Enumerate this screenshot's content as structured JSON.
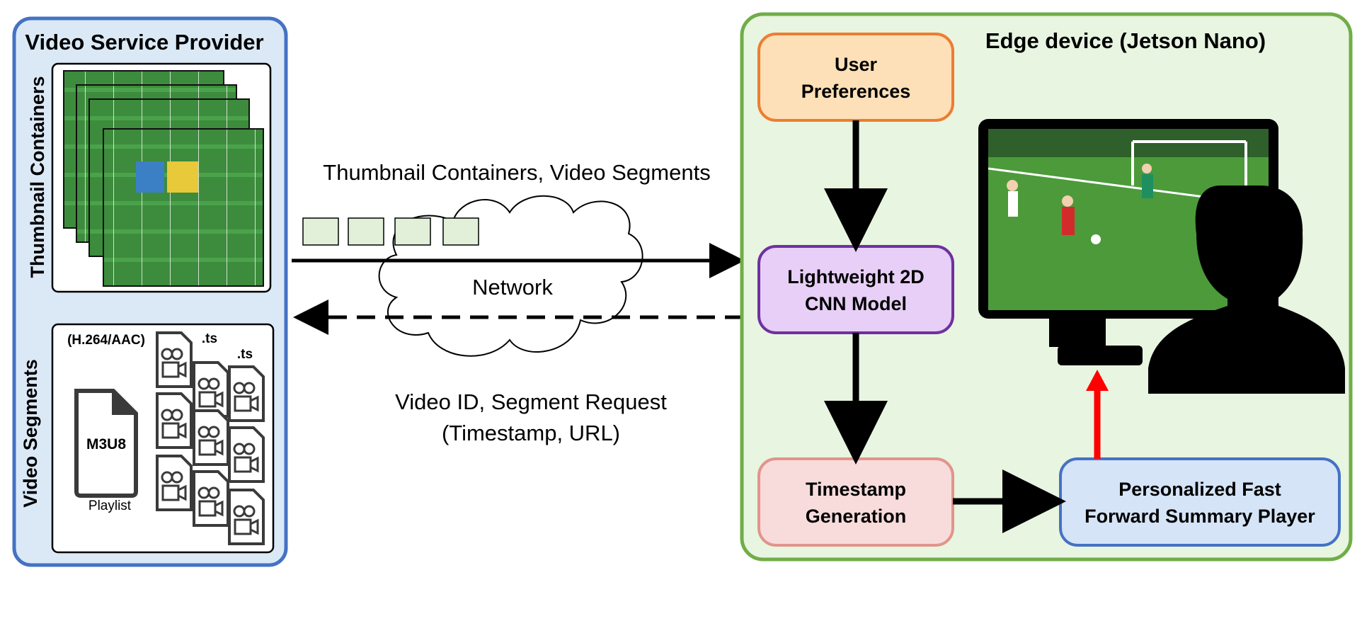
{
  "provider": {
    "title": "Video Service Provider",
    "thumbnails_label": "Thumbnail Containers",
    "segments_label": "Video Segments",
    "codec": "(H.264/AAC)",
    "ts_label_1": ".ts",
    "ts_label_2": ".ts",
    "m3u8_label": "M3U8",
    "playlist_label": "Playlist"
  },
  "network": {
    "top_label": "Thumbnail Containers, Video Segments",
    "cloud_label": "Network",
    "bottom_label_line1": "Video ID, Segment Request",
    "bottom_label_line2": "(Timestamp, URL)"
  },
  "edge": {
    "title": "Edge device (Jetson Nano)",
    "user_prefs": [
      "User",
      "Preferences"
    ],
    "cnn_model": [
      "Lightweight 2D",
      "CNN Model"
    ],
    "timestamp_gen": [
      "Timestamp",
      "Generation"
    ],
    "player": [
      "Personalized Fast",
      "Forward Summary Player"
    ]
  },
  "colors": {
    "provider_border": "#4472c4",
    "provider_fill": "#dbe9f7",
    "edge_border": "#70ad47",
    "edge_fill": "#e8f5e1",
    "prefs_border": "#ed7d31",
    "prefs_fill": "#fde0b8",
    "cnn_border": "#7030a0",
    "cnn_fill": "#e7cff7",
    "ts_border": "#e0958b",
    "ts_fill": "#f8dcdc",
    "player_border": "#4472c4",
    "player_fill": "#d5e4f7",
    "packet_fill": "#e2efd9",
    "red_arrow": "#ff0000"
  }
}
